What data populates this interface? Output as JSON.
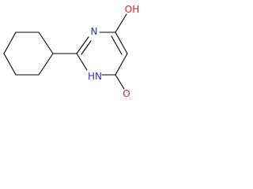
{
  "molecule": {
    "atoms": {
      "hydroxy_label": "OH",
      "ring_n_label": "N",
      "nh_label": "HN",
      "carbonyl_o_label": "O"
    }
  },
  "colors": {
    "bond": "#000000",
    "nitrogen": "#2f2fbf",
    "oxygen": "#d02020"
  }
}
